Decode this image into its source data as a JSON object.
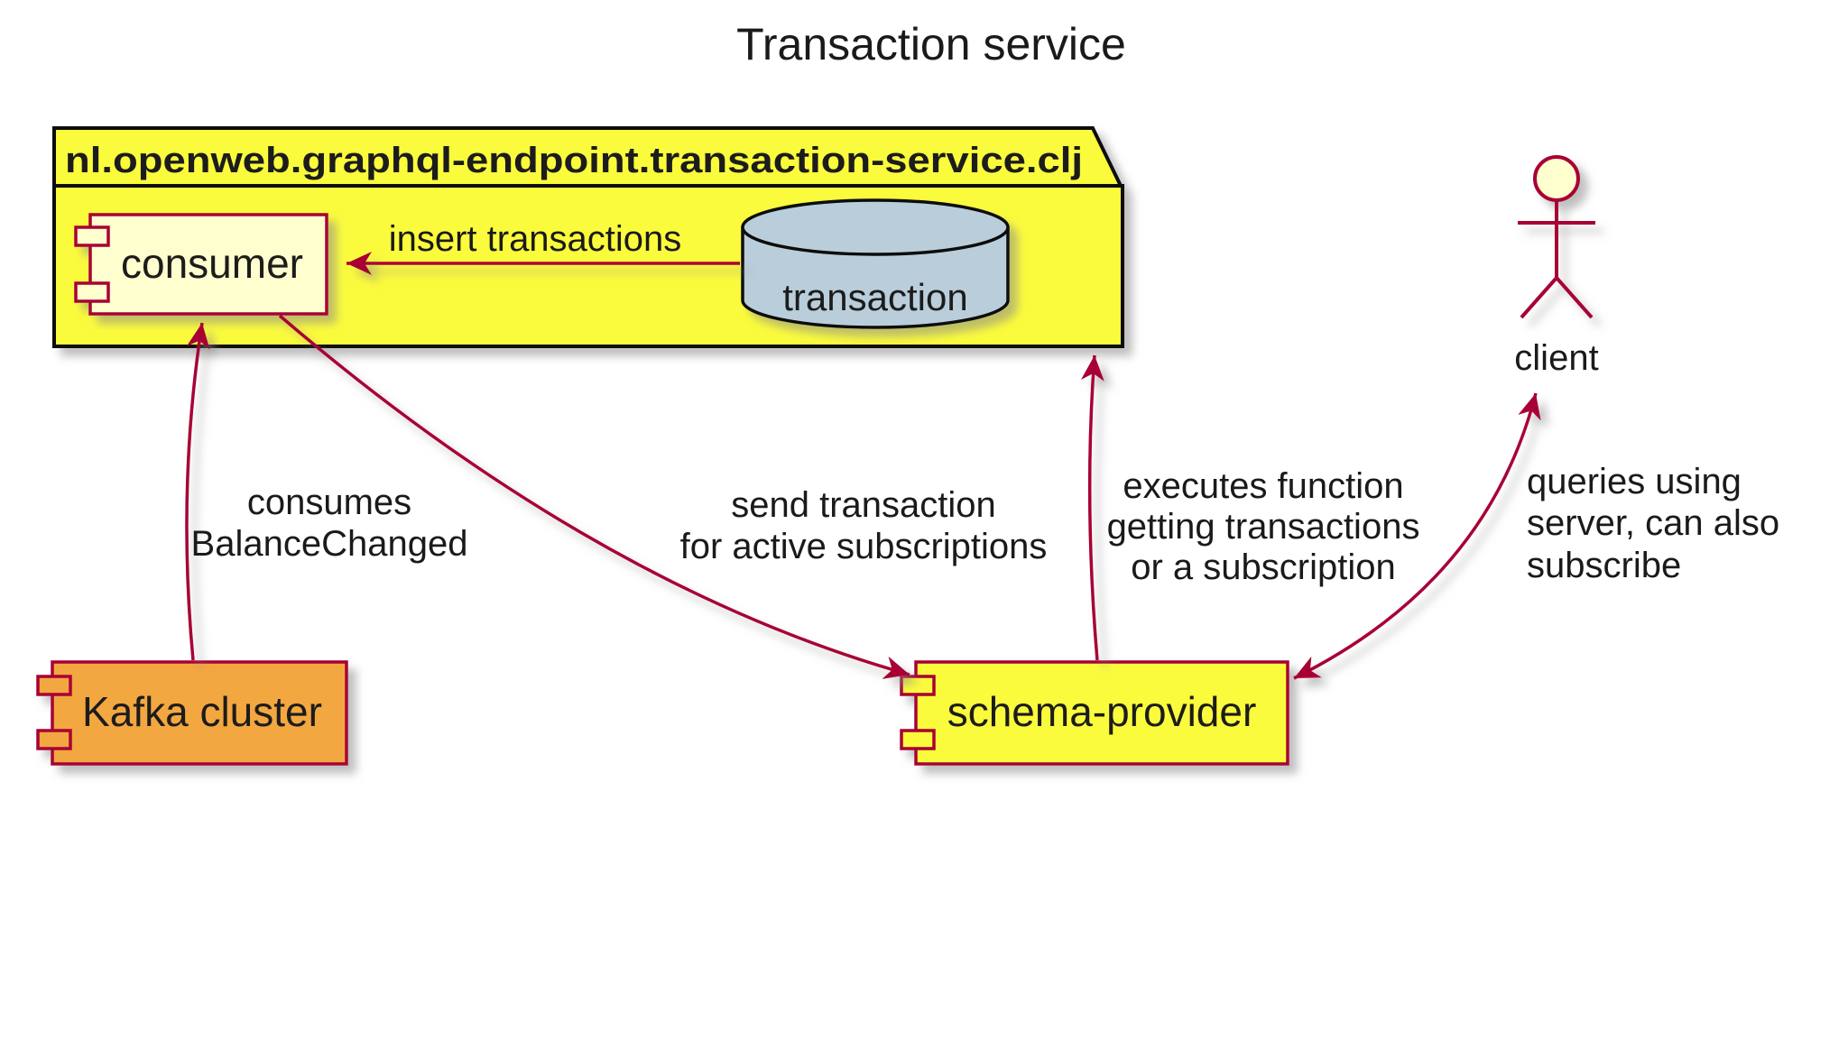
{
  "title": "Transaction service",
  "package": {
    "name": "nl.openweb.graphql-endpoint.transaction-service.clj"
  },
  "nodes": {
    "consumer": "consumer",
    "database": "transaction",
    "kafka": "Kafka cluster",
    "schema": "schema-provider",
    "client": "client"
  },
  "edges": {
    "insert": {
      "lines": [
        "insert transactions"
      ]
    },
    "consumes": {
      "lines": [
        "consumes",
        "BalanceChanged"
      ]
    },
    "send": {
      "lines": [
        "send transaction",
        "for active subscriptions"
      ]
    },
    "executes": {
      "lines": [
        "executes function",
        "getting transactions",
        "or a subscription"
      ]
    },
    "queries": {
      "lines": [
        "queries using",
        "server, can also",
        "subscribe"
      ]
    }
  },
  "colors": {
    "background": "#FFFFFF",
    "packageFill": "#FBFB3D",
    "packageBorder": "#0A0A0A",
    "componentBorder": "#A80036",
    "consumerFill": "#FEFECE",
    "kafkaFill": "#F3A73F",
    "schemaFill": "#FBFB3D",
    "dbFill": "#B9CEDA",
    "dbBorder": "#0A0A0A",
    "arrow": "#A80036",
    "actorHeadFill": "#FEFECE"
  }
}
